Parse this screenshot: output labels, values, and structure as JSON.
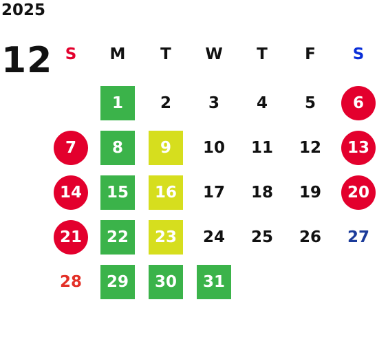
{
  "calendar": {
    "year": "2025",
    "month": "12",
    "weekdays": [
      "S",
      "M",
      "T",
      "W",
      "T",
      "F",
      "S"
    ],
    "weekday_colors": [
      "#e3002d",
      "#111111",
      "#111111",
      "#111111",
      "#111111",
      "#111111",
      "#0a2fd8"
    ],
    "highlight_colors": {
      "green": "#3bb34a",
      "yellow": "#d6de1e",
      "red_circle": "#e3002d",
      "sunday_text": "#e33027",
      "saturday_text": "#1b3b9a"
    },
    "weeks": [
      [
        "",
        "1",
        "2",
        "3",
        "4",
        "5",
        "6"
      ],
      [
        "7",
        "8",
        "9",
        "10",
        "11",
        "12",
        "13"
      ],
      [
        "14",
        "15",
        "16",
        "17",
        "18",
        "19",
        "20"
      ],
      [
        "21",
        "22",
        "23",
        "24",
        "25",
        "26",
        "27"
      ],
      [
        "28",
        "29",
        "30",
        "31",
        "",
        "",
        ""
      ]
    ],
    "styles": [
      [
        "",
        "green",
        "plain",
        "plain",
        "plain",
        "plain",
        "red"
      ],
      [
        "red",
        "green",
        "yellow",
        "plain",
        "plain",
        "plain",
        "red"
      ],
      [
        "red",
        "green",
        "yellow",
        "plain",
        "plain",
        "plain",
        "red"
      ],
      [
        "red",
        "green",
        "yellow",
        "plain",
        "plain",
        "plain",
        "sat-text"
      ],
      [
        "sun-text",
        "green",
        "green",
        "green",
        "",
        "",
        ""
      ]
    ]
  }
}
